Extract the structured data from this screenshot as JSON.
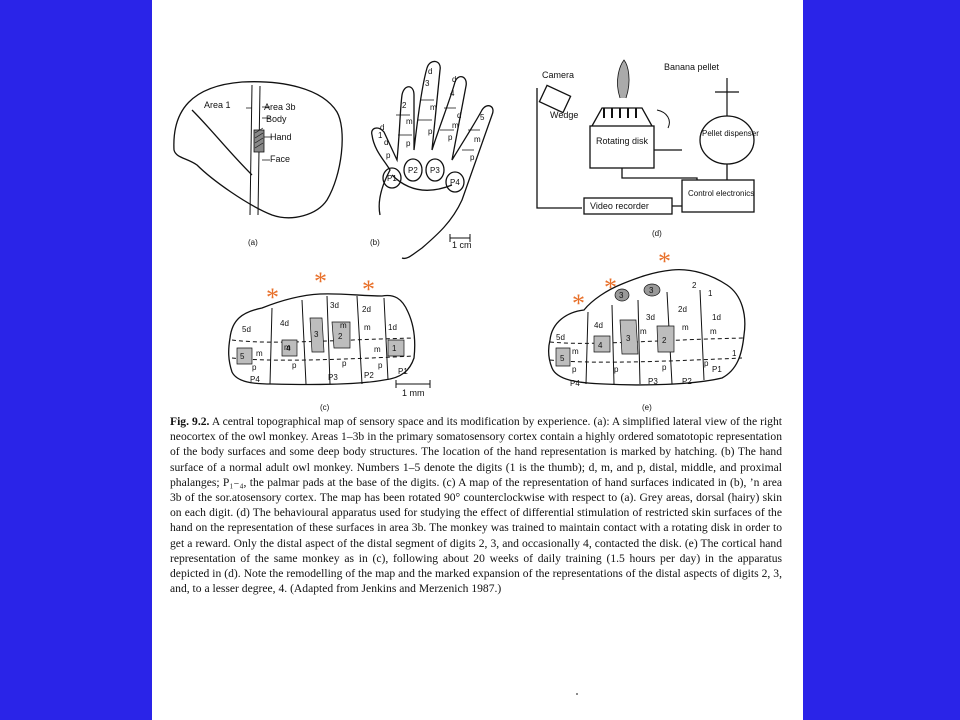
{
  "figure": {
    "panel_a": {
      "tag": "(a)",
      "labels": [
        "Area 1",
        "Area 3b",
        "Body",
        "Hand",
        "Face"
      ]
    },
    "panel_b": {
      "tag": "(b)",
      "scale": "1 cm",
      "digit_labels": [
        "1",
        "2",
        "3",
        "4",
        "5",
        "d",
        "d",
        "d",
        "m",
        "m",
        "p",
        "p",
        "p",
        "p",
        "d",
        "d",
        "m",
        "m",
        "p"
      ],
      "pads": [
        "P1",
        "P2",
        "P3",
        "P4"
      ]
    },
    "panel_c": {
      "tag": "(c)",
      "scale": "1 mm",
      "labels": [
        "5d",
        "4d",
        "3d",
        "2d",
        "1d",
        "m",
        "m",
        "m",
        "m",
        "m",
        "p",
        "p",
        "p",
        "p",
        "P4",
        "P3",
        "P2",
        "P1",
        "5",
        "4",
        "3",
        "2",
        "1"
      ]
    },
    "panel_d": {
      "tag": "(d)",
      "labels": [
        "Camera",
        "Wedge",
        "Banana pellet",
        "Rotating disk",
        "Pellet dispenser",
        "Control electronics",
        "Video recorder"
      ]
    },
    "panel_e": {
      "tag": "(e)",
      "labels": [
        "5d",
        "4d",
        "3d",
        "2d",
        "1d",
        "m",
        "m",
        "m",
        "m",
        "p",
        "p",
        "p",
        "p",
        "P4",
        "P3",
        "P2",
        "P1",
        "5",
        "4",
        "3",
        "2",
        "1",
        "3",
        "3",
        "2",
        "1"
      ]
    }
  },
  "asterisk": "*",
  "caption": {
    "label": "Fig. 9.2.",
    "text": "A central topographical map of sensory space and its modification by experience. (a): A simplified lateral view of the right neocortex of the owl monkey. Areas 1–3b in the primary somatosensory cortex contain a highly ordered somatotopic representation of the body surfaces and some deep body structures. The location of the hand representation is marked by hatching. (b) The hand surface of a normal adult owl monkey. Numbers 1–5 denote the digits (1 is the thumb); d, m, and p, distal, middle, and proximal phalanges; P₁₋₄, the palmar pads at the base of the digits. (c) A map of the representation of hand surfaces indicated in (b), ’n area 3b of the sor.atosensory cortex. The map has been rotated 90° counterclockwise with respect to (a). Grey areas, dorsal (hairy) skin on each digit. (d) The behavioural apparatus used for studying the effect of differential stimulation of restricted skin surfaces of the hand on the representation of these surfaces in area 3b. The monkey was trained to maintain contact with a rotating disk in order to get a reward. Only the distal aspect of the distal segment of digits 2, 3, and occasionally 4, contacted the disk. (e) The cortical hand representation of the same monkey as in (c), following about 20 weeks of daily training (1.5 hours per day) in the apparatus depicted in (d). Note the remodelling of the map and the marked expansion of the representations of the distal aspects of digits 2, 3, and, to a lesser degree, 4. (Adapted from Jenkins and Merzenich 1987.)"
  },
  "colors": {
    "background": "#2a24e8",
    "slide": "#ffffff",
    "asterisk": "#e8702a"
  }
}
